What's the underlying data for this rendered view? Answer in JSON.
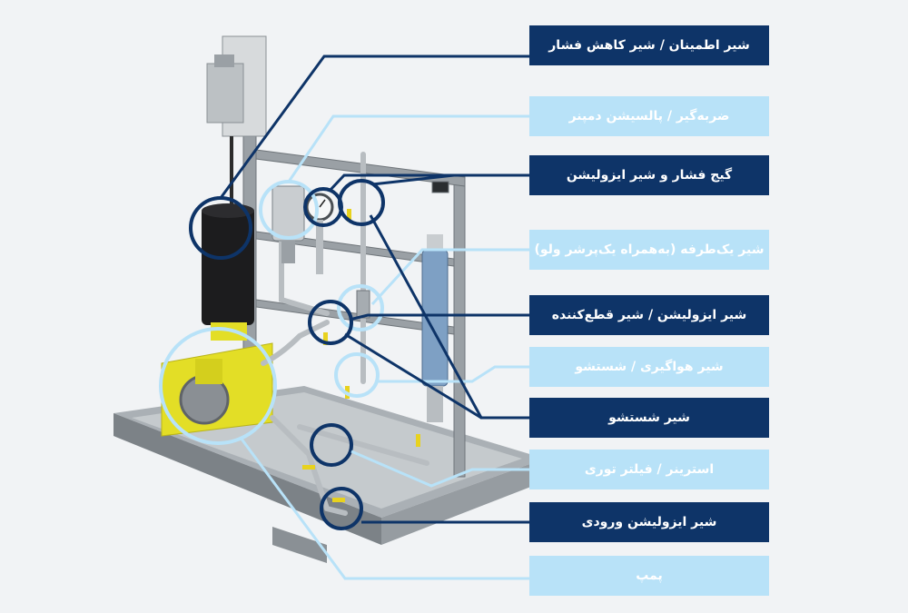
{
  "colors": {
    "dark": "#0e3468",
    "light": "#b8e2f8",
    "frame": "#8e9398",
    "pump_yellow": "#e3de26",
    "motor_black": "#1c1c1e",
    "dampener_blue": "#7ea0c4"
  },
  "labels": [
    {
      "text": "شیر اطمینان / شیر کاهش فشار",
      "style": "dark"
    },
    {
      "text": "ضربه‌گیر / پالسیشن دمپنر",
      "style": "light"
    },
    {
      "text": "گیج فشار و شیر ایزولیشن",
      "style": "dark"
    },
    {
      "text": "شیر یک‌طرفه (به‌همراه یک‌پرشر ولو)",
      "style": "light"
    },
    {
      "text": "شیر ایزولیشن / شیر قطع‌کننده",
      "style": "dark"
    },
    {
      "text": "شیر هواگیری / شستشو",
      "style": "light"
    },
    {
      "text": "شیر شستشو",
      "style": "dark"
    },
    {
      "text": "استرینر / فیلتر توری",
      "style": "light"
    },
    {
      "text": "شیر ایزولیشن ورودی",
      "style": "dark"
    },
    {
      "text": "پمپ",
      "style": "light"
    }
  ]
}
